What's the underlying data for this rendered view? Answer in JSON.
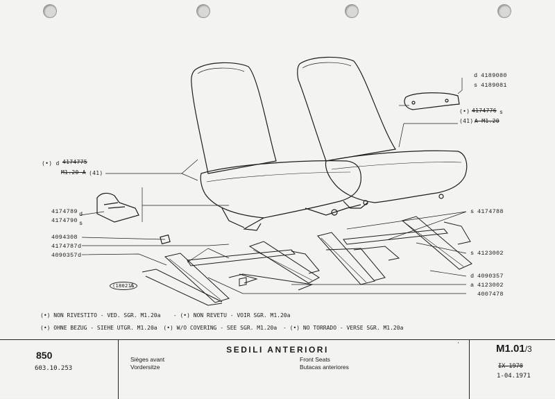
{
  "labels": {
    "left_seat_mark": "(•) d",
    "left_seat_code": "4174775",
    "left_seat_ref": "M1.20 A",
    "left_seat_ref2": "(41)",
    "part_4174789": "4174789",
    "part_4174789_suffix": "d",
    "part_4174790": "4174790",
    "part_4174790_suffix": "s",
    "part_4094308": "4094308",
    "part_4174787": "4174787",
    "part_4174787_suffix": "d",
    "part_4090357": "4090357",
    "part_4090357_suffix": "d",
    "ref_18021": "(18021)",
    "ref_18021_suffix": "A",
    "right_d_code": "4189080",
    "right_d_mark": "d",
    "right_s_code": "4189081",
    "right_s_mark": "s",
    "right_seat_mark": "(•)",
    "right_seat_code": "4174776",
    "right_seat_suffix": "s",
    "right_seat_ref": "(41)",
    "right_seat_ref2": "A M1.20",
    "part_4174788": "4174788",
    "part_4174788_prefix": "s",
    "part_4123002_a": "4123002",
    "part_4123002_a_prefix": "s",
    "part_4090357_r": "4090357",
    "part_4090357_r_prefix": "d",
    "part_4123002_b": "4123002",
    "part_4123002_b_prefix": "a",
    "part_4007478": "4007478"
  },
  "notes": {
    "line1_a": "(•) NON RIVESTITO - VED. SGR. M1.20a",
    "line1_b": "(•) NON REVETU - VOIR SGR. M1.20a",
    "line2_a": "(•) OHNE BEZUG - SIEHE UTGR. M1.20a",
    "line2_b": "(•) W/O COVERING - SEE SGR. M1.20a",
    "line2_c": "(•) NO TORRADO - VERSE SGR. M1.20a"
  },
  "title_block": {
    "model": "850",
    "model_number": "603.10.253",
    "title": "SEDILI ANTERIORI",
    "fr": "Sièges avant",
    "de": "Vordersitze",
    "en": "Front Seats",
    "es": "Butacas anteriores",
    "code": "M1.01",
    "code_sheet": "/3",
    "tick": "'",
    "date_old": "IX-1970",
    "date_new": "1-04.1971"
  }
}
